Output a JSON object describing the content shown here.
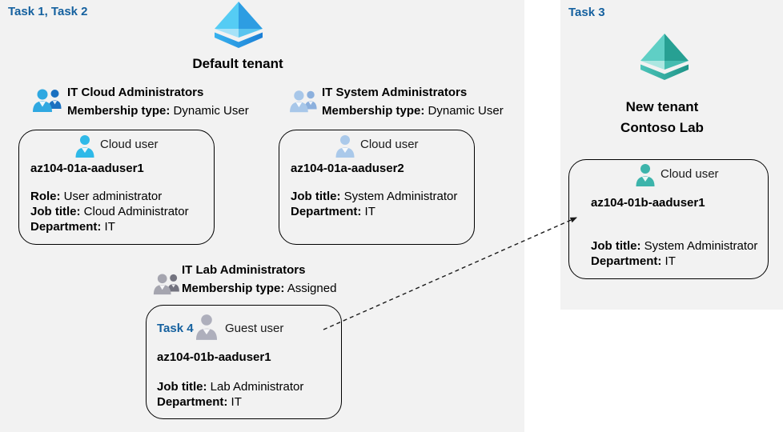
{
  "left_panel": {
    "task_label": "Task 1, Task 2",
    "tenant_title": "Default tenant",
    "groups": [
      {
        "name": "IT Cloud Administrators",
        "membership_label": "Membership type:",
        "membership_value": "Dynamic User"
      },
      {
        "name": "IT System Administrators",
        "membership_label": "Membership type:",
        "membership_value": "Dynamic User"
      },
      {
        "name": "IT Lab Administrators",
        "membership_label": "Membership type:",
        "membership_value": "Assigned"
      }
    ],
    "cards": [
      {
        "user_type": "Cloud user",
        "username": "az104-01a-aaduser1",
        "fields": [
          {
            "label": "Role:",
            "value": "User administrator"
          },
          {
            "label": "Job title:",
            "value": "Cloud Administrator"
          },
          {
            "label": "Department:",
            "value": "IT"
          }
        ]
      },
      {
        "user_type": "Cloud user",
        "username": "az104-01a-aaduser2",
        "fields": [
          {
            "label": "Job title:",
            "value": "System Administrator"
          },
          {
            "label": "Department:",
            "value": "IT"
          }
        ]
      },
      {
        "task_label": "Task 4",
        "user_type": "Guest user",
        "username": "az104-01b-aaduser1",
        "fields": [
          {
            "label": "Job title:",
            "value": "Lab Administrator"
          },
          {
            "label": "Department:",
            "value": "IT"
          }
        ]
      }
    ]
  },
  "right_panel": {
    "task_label": "Task 3",
    "tenant_title_line1": "New tenant",
    "tenant_title_line2": "Contoso Lab",
    "card": {
      "user_type": "Cloud user",
      "username": "az104-01b-aaduser1",
      "fields": [
        {
          "label": "Job title:",
          "value": "System Administrator"
        },
        {
          "label": "Department:",
          "value": "IT"
        }
      ]
    }
  },
  "icons": {
    "default_tenant": "azure-ad-pyramid-blue-icon",
    "new_tenant": "azure-ad-pyramid-teal-icon",
    "group_blue": "two-users-blue-icon",
    "group_light_blue": "two-users-light-blue-icon",
    "group_gray": "two-users-gray-icon",
    "cloud_user_cyan": "user-cyan-icon",
    "cloud_user_light_blue": "user-light-blue-icon",
    "guest_user": "user-gray-icon",
    "cloud_user_teal": "user-teal-icon",
    "arrow": "dashed-arrow"
  },
  "colors": {
    "panel_bg": "#f2f2f2",
    "task_label": "#15619f",
    "text": "#000000",
    "pyramid_blue_light": "#55ccf4",
    "pyramid_blue_dark": "#2d9de2",
    "pyramid_teal_light": "#5fcfc5",
    "pyramid_teal_dark": "#27a093",
    "user_cyan": "#2fb9e8",
    "user_light_blue": "#aac9ea",
    "user_gray": "#aeafbc",
    "user_teal": "#3db4ab",
    "group_blue_front": "#2fa8e1",
    "group_blue_back": "#1a70c0",
    "group_light_front": "#a8c7e9",
    "group_light_back": "#8cb0dd",
    "group_gray_front": "#a5a5af",
    "group_gray_back": "#73737f"
  }
}
